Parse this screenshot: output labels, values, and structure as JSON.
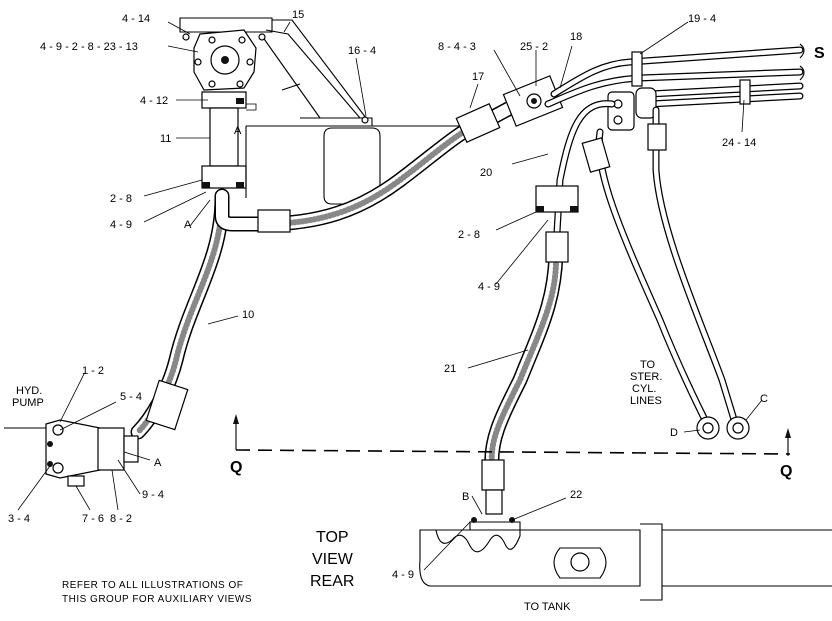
{
  "labels": {
    "l_4_14": "4 - 14",
    "l_4_9_top": "4 - 9 - 2 - 8 - 23 - 13",
    "l_15": "15",
    "l_16_4": "16 - 4",
    "l_8_4_3": "8 - 4 - 3",
    "l_25_2": "25 - 2",
    "l_18": "18",
    "l_19_4": "19 - 4",
    "l_s": "S",
    "l_4_12": "4 - 12",
    "l_a1": "A",
    "l_11": "11",
    "l_17": "17",
    "l_24_14": "24 - 14",
    "l_20": "20",
    "l_2_8_left": "2 - 8",
    "l_4_9_left": "4 - 9",
    "l_a2": "A",
    "l_2_8_mid": "2 - 8",
    "l_4_9_mid": "4 - 9",
    "l_10": "10",
    "l_21": "21",
    "l_to_ster": "TO\nSTER.\nCYL.\nLINES",
    "l_c": "C",
    "l_d": "D",
    "l_1_2": "1 - 2",
    "l_hyd_pump": "HYD.\nPUMP",
    "l_5_4": "5 - 4",
    "l_a3": "A",
    "l_q_left": "Q",
    "l_q_right": "Q",
    "l_9_4": "9 - 4",
    "l_3_4": "3 - 4",
    "l_7_6": "7 - 6",
    "l_8_2": "8 - 2",
    "l_b": "B",
    "l_22": "22",
    "l_4_9_bottom": "4 - 9",
    "l_to_tank": "TO TANK"
  },
  "caption": {
    "line1": "TOP",
    "line2": "VIEW",
    "line3": "REAR"
  },
  "note": {
    "line1": "REFER TO ALL ILLUSTRATIONS OF",
    "line2": "THIS GROUP FOR AUXILIARY VIEWS"
  }
}
